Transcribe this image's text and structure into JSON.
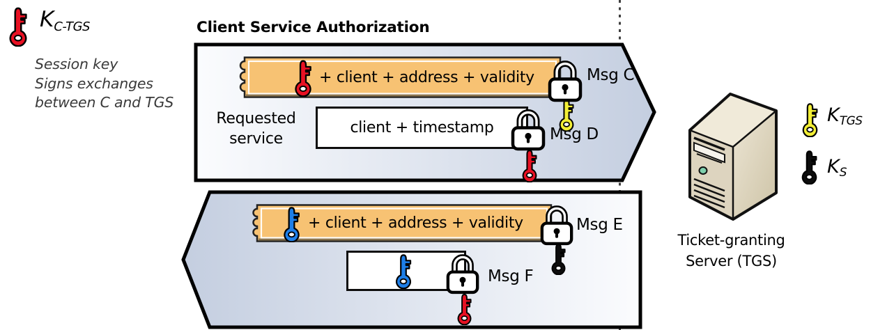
{
  "title": "Client Service Authorization",
  "legend": {
    "key_name": {
      "base": "K",
      "sub": "C-TGS"
    },
    "key_color": "#e81123",
    "description": "Session key\nSigns exchanges\nbetween C and TGS"
  },
  "request_arrow": {
    "ticket": {
      "text": "+ client + address + validity",
      "key_color": "#e81123",
      "fill": "#f7c273"
    },
    "requested_service_label": "Requested\nservice",
    "authenticator_box": {
      "text": "client + timestamp"
    },
    "msg_c": {
      "label": "Msg C",
      "key_color": "#f2ee35"
    },
    "msg_d": {
      "label": "Msg D",
      "key_color": "#e81123"
    }
  },
  "reply_arrow": {
    "ticket": {
      "text": "+ client + address + validity",
      "key_color": "#1e7fe8",
      "fill": "#f7c273"
    },
    "session_key_box": {
      "key_color": "#1e7fe8"
    },
    "msg_e": {
      "label": "Msg E",
      "key_color": "#0d0d0d"
    },
    "msg_f": {
      "label": "Msg F",
      "key_color": "#e81123"
    }
  },
  "server": {
    "label": "Ticket-granting\nServer (TGS)",
    "keys": [
      {
        "base": "K",
        "sub": "TGS",
        "color": "#f2ee35"
      },
      {
        "base": "K",
        "sub": "S",
        "color": "#0d0d0d"
      }
    ]
  },
  "colors": {
    "arrow_fill_light": "#fbfcfe",
    "arrow_fill_dark": "#c4cee0",
    "arrow_border": "#000000",
    "ticket_fill": "#f7c273",
    "ticket_shadow": "#8a744e",
    "dashed_line": "#3f3f3f"
  }
}
